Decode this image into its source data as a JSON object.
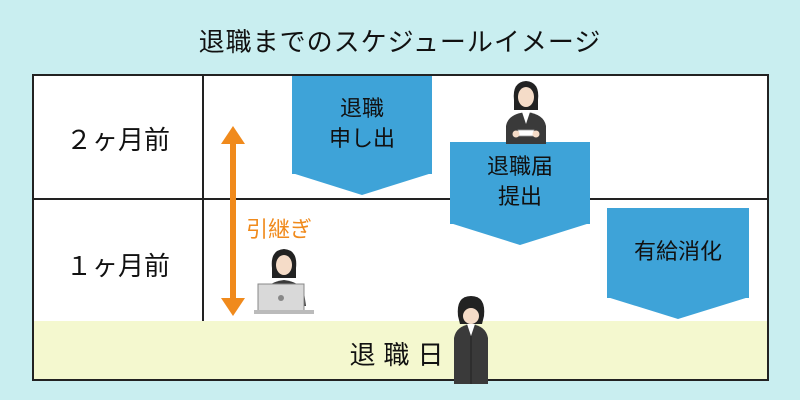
{
  "title": "退職までのスケジュールイメージ",
  "rows": {
    "two_months": "２ヶ月前",
    "one_month": "１ヶ月前"
  },
  "footer": "退職日",
  "steps": [
    {
      "line1": "退職",
      "line2": "申し出"
    },
    {
      "line1": "退職届",
      "line2": "提出"
    },
    {
      "line1": "有給消化",
      "line2": ""
    }
  ],
  "handover": "引継ぎ",
  "colors": {
    "background": "#c9eef0",
    "step_box": "#3ea3d8",
    "handover_arrow": "#f08a1c",
    "footer_band": "#f4f8cf"
  },
  "icons": [
    "woman-office-worker-icon",
    "woman-laptop-icon",
    "woman-bowing-icon"
  ]
}
